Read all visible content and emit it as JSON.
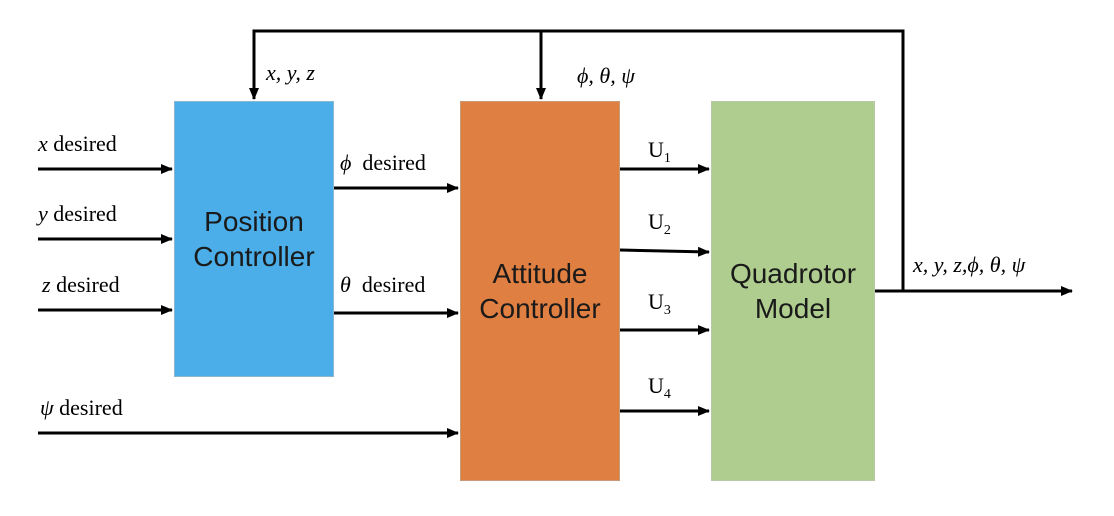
{
  "blocks": {
    "position": {
      "line1": "Position",
      "line2": "Controller"
    },
    "attitude": {
      "line1": "Attitude",
      "line2": "Controller"
    },
    "quadrotor": {
      "line1": "Quadrotor",
      "line2": "Model"
    }
  },
  "inputs": {
    "x_sym": "x",
    "y_sym": "y",
    "z_sym": "z",
    "psi_sym": "ψ",
    "desired_word": "desired"
  },
  "intermediate": {
    "phi_sym": "ϕ",
    "theta_sym": "θ",
    "desired_word": "desired"
  },
  "controls": [
    {
      "base": "U",
      "sub": "1"
    },
    {
      "base": "U",
      "sub": "2"
    },
    {
      "base": "U",
      "sub": "3"
    },
    {
      "base": "U",
      "sub": "4"
    }
  ],
  "feedback": {
    "position_label": "x, y, z",
    "attitude_label": "ϕ, θ, ψ"
  },
  "output": {
    "label": "x, y, z,ϕ, θ, ψ"
  },
  "colors": {
    "position_block": "#4baee8",
    "attitude_block": "#e07f42",
    "quadrotor_block": "#aecd8e",
    "lines": "#000000"
  }
}
